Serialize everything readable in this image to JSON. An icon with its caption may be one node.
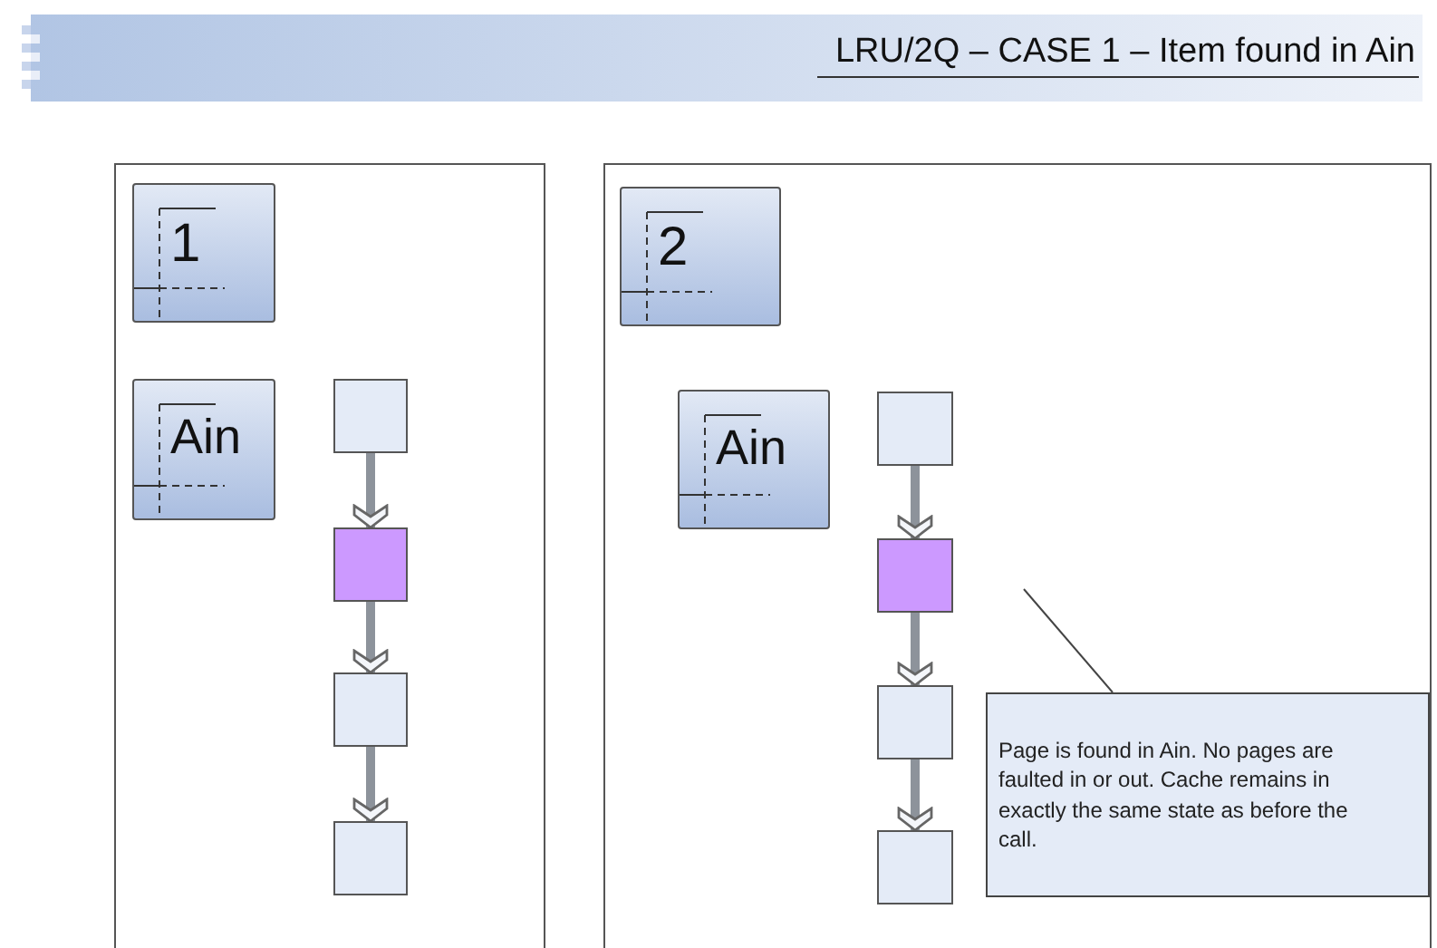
{
  "diagram": {
    "title": "LRU/2Q – CASE 1 – Item found in Ain",
    "nodes": [
      {
        "text": [],
        "shape": "box"
      },
      {
        "text": [
          "1"
        ],
        "in": 0
      },
      {
        "text": [
          "Ain"
        ],
        "in": 0
      },
      {
        "text": [],
        "shape": "box",
        "in": 0
      },
      {
        "text": [],
        "shape": "box",
        "in": 0
      },
      {
        "text": [],
        "shape": "box",
        "in": 0
      },
      {
        "text": [],
        "shape": "box",
        "in": 0
      },
      {
        "text": [],
        "shape": "box"
      },
      {
        "text": [
          "2"
        ],
        "in": 7
      },
      {
        "text": [
          "Ain"
        ],
        "in": 7
      },
      {
        "text": [],
        "shape": "box",
        "in": 7
      },
      {
        "text": [],
        "shape": "box",
        "in": 7
      },
      {
        "text": [],
        "shape": "box",
        "in": 7
      },
      {
        "text": [],
        "shape": "box",
        "in": 7
      },
      {
        "text": [
          "Page is found in Ain. No pages are faulted in or out. Cache remains in exactly the same state as before the call."
        ],
        "in": 7
      }
    ],
    "edges": [
      {
        "from": 3,
        "to": 4,
        "arrow": "to"
      },
      {
        "from": 4,
        "to": 5,
        "arrow": "to"
      },
      {
        "from": 5,
        "to": 6,
        "arrow": "to"
      },
      {
        "from": 10,
        "to": 11,
        "arrow": "to"
      },
      {
        "from": 11,
        "to": 12,
        "arrow": "to"
      },
      {
        "from": 12,
        "to": 13,
        "arrow": "to"
      },
      {
        "from": 14,
        "to": null,
        "arrow": "none"
      }
    ]
  }
}
